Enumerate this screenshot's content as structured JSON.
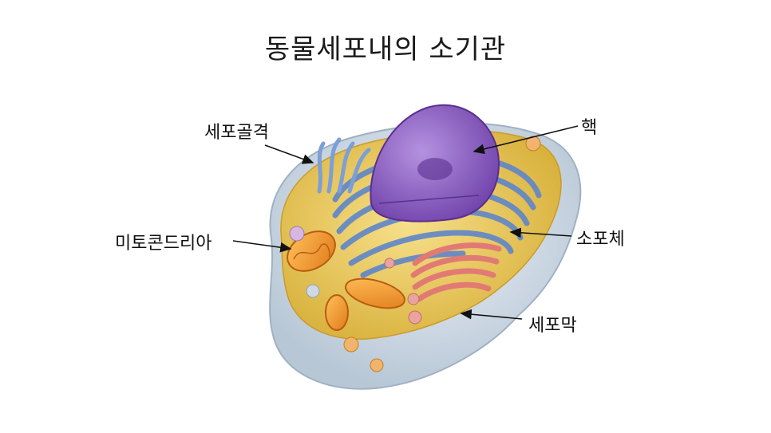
{
  "title": "동물세포내의 소기관",
  "labels": {
    "golgi": "세포골격",
    "mitochondria": "미토콘드리아",
    "nucleus": "핵",
    "lysosome": "소포체",
    "membrane": "세포막"
  },
  "colors": {
    "membrane": "#cfd9e3",
    "cytoplasm": "#e9c955",
    "er": "#5f86c9",
    "nucleus": "#8b5fc2",
    "mitochondria": "#f29a2e",
    "golgi": "#e27a74"
  }
}
